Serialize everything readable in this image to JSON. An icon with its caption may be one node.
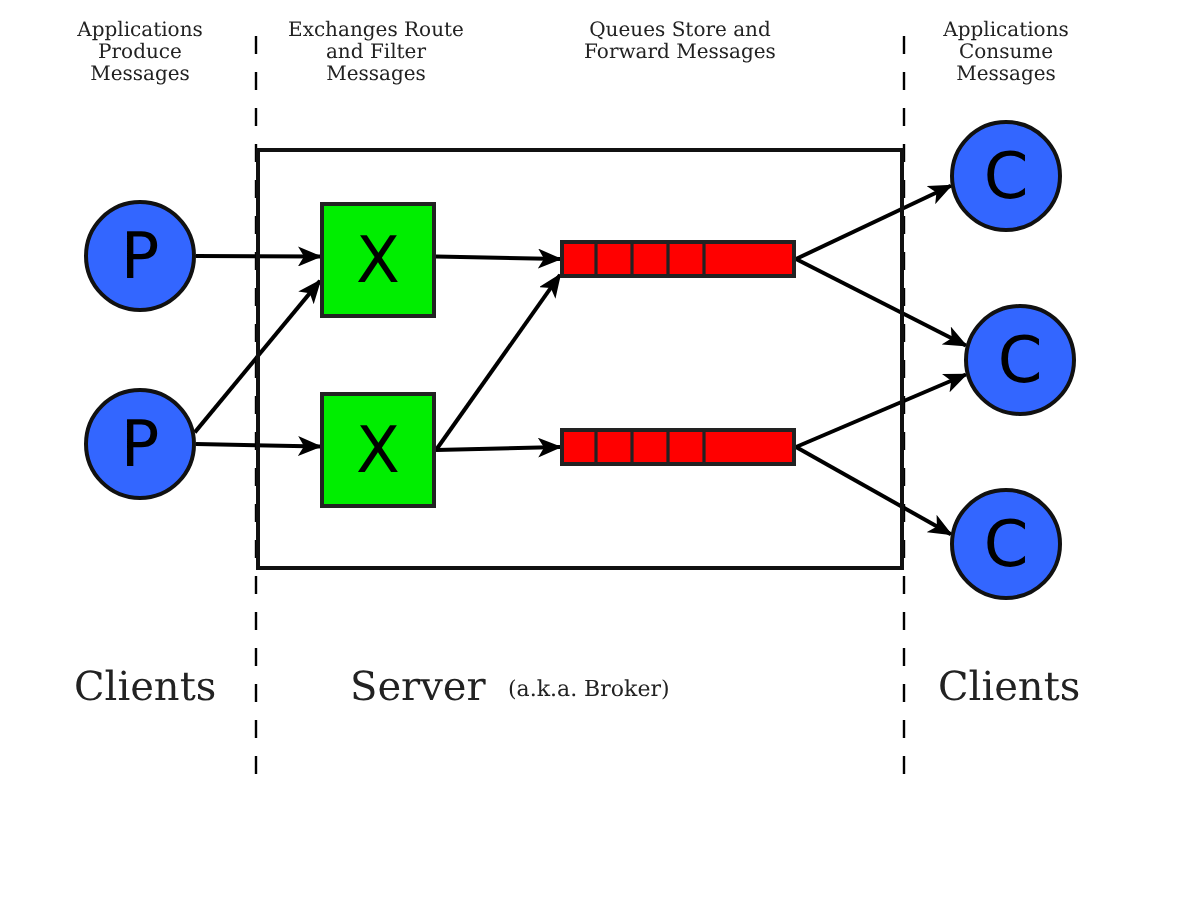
{
  "diagram": {
    "nodes": [
      {
        "text": [],
        "shape": "box"
      },
      {
        "text": [
          "P"
        ]
      },
      {
        "text": [
          "P"
        ]
      },
      {
        "text": [
          "X"
        ],
        "in": 0
      },
      {
        "text": [
          "X"
        ],
        "in": 0
      },
      {
        "text": [],
        "shape": "bar",
        "in": 0
      },
      {
        "text": [],
        "shape": "bar",
        "in": 0
      },
      {
        "text": [
          "C"
        ]
      },
      {
        "text": [
          "C"
        ]
      },
      {
        "text": [
          "C"
        ]
      }
    ],
    "edges": [
      {
        "from": 1,
        "to": 3,
        "arrow": "to"
      },
      {
        "from": 2,
        "to": 3,
        "arrow": "to"
      },
      {
        "from": 2,
        "to": 4,
        "arrow": "to"
      },
      {
        "from": 3,
        "to": 5,
        "arrow": "to"
      },
      {
        "from": 4,
        "to": 5,
        "arrow": "to"
      },
      {
        "from": 4,
        "to": 6,
        "arrow": "to"
      },
      {
        "from": 5,
        "to": 7,
        "arrow": "to"
      },
      {
        "from": 5,
        "to": 8,
        "arrow": "to"
      },
      {
        "from": 6,
        "to": 8,
        "arrow": "to"
      },
      {
        "from": 6,
        "to": 9,
        "arrow": "to"
      }
    ],
    "labels": [
      "Applications Produce Messages",
      "Exchanges Route and Filter Messages",
      "Queues Store and Forward Messages",
      "Applications Consume Messages",
      "Clients",
      "Server",
      "(a.k.a. Broker)",
      "Clients"
    ]
  }
}
